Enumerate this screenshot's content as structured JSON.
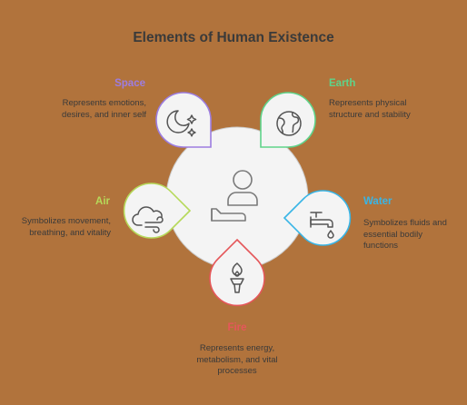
{
  "title": "Elements of Human Existence",
  "elements": {
    "space": {
      "title": "Space",
      "description": "Represents emotions, desires, and inner self",
      "color": "#9d7de0",
      "icon": "moon-stars-icon"
    },
    "earth": {
      "title": "Earth",
      "description": "Represents physical structure and stability",
      "color": "#5fd38a",
      "icon": "globe-icon"
    },
    "air": {
      "title": "Air",
      "description": "Symbolizes movement, breathing, and vitality",
      "color": "#b6d95a",
      "icon": "wind-cloud-icon"
    },
    "water": {
      "title": "Water",
      "description": "Symbolizes fluids and essential bodily functions",
      "color": "#39b5e6",
      "icon": "faucet-icon"
    },
    "fire": {
      "title": "Fire",
      "description": "Represents energy, metabolism, and vital processes",
      "color": "#e5575a",
      "icon": "torch-icon"
    }
  },
  "center": {
    "icon": "person-hand-icon"
  }
}
